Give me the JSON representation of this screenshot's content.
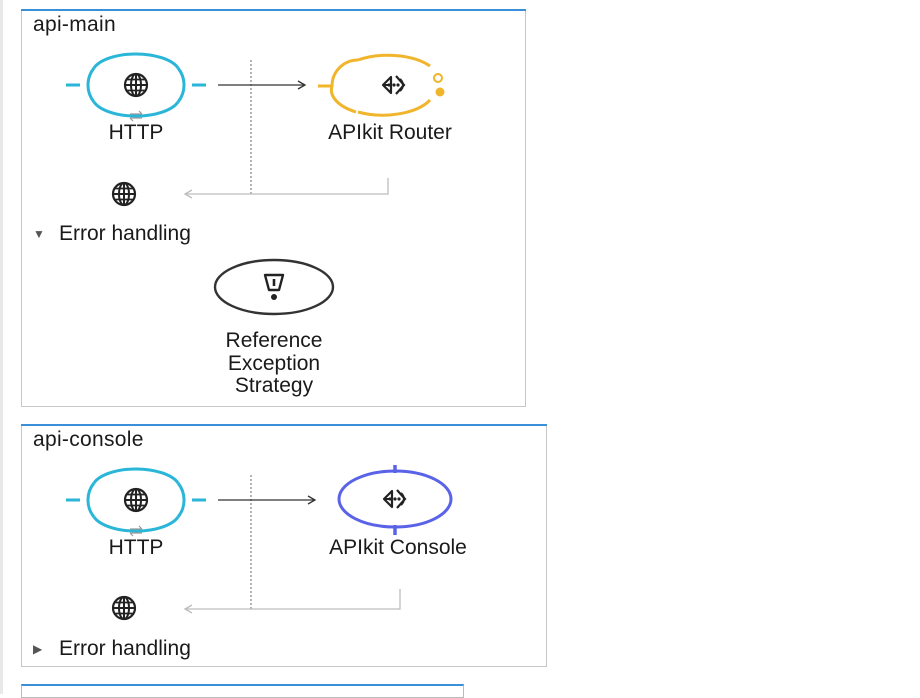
{
  "flows": [
    {
      "name": "api-main",
      "source": {
        "label": "HTTP",
        "icon": "globe-icon"
      },
      "processor": {
        "label": "APIkit Router",
        "icon": "apikit-router-icon",
        "color": "#f0b52b"
      },
      "response_icon": "globe-icon",
      "error_handling": {
        "label": "Error handling",
        "expanded": true
      },
      "exception_strategy": {
        "label_lines": [
          "Reference",
          "Exception",
          "Strategy"
        ],
        "icon": "exclamation-icon"
      }
    },
    {
      "name": "api-console",
      "source": {
        "label": "HTTP",
        "icon": "globe-icon"
      },
      "processor": {
        "label": "APIkit Console",
        "icon": "apikit-console-icon",
        "color": "#5a63e8"
      },
      "response_icon": "globe-icon",
      "error_handling": {
        "label": "Error handling",
        "expanded": false
      }
    }
  ],
  "colors": {
    "http": "#29b6d8",
    "router": "#f0b52b",
    "console": "#5a63e8",
    "flow_header": "#3a8fd9"
  }
}
